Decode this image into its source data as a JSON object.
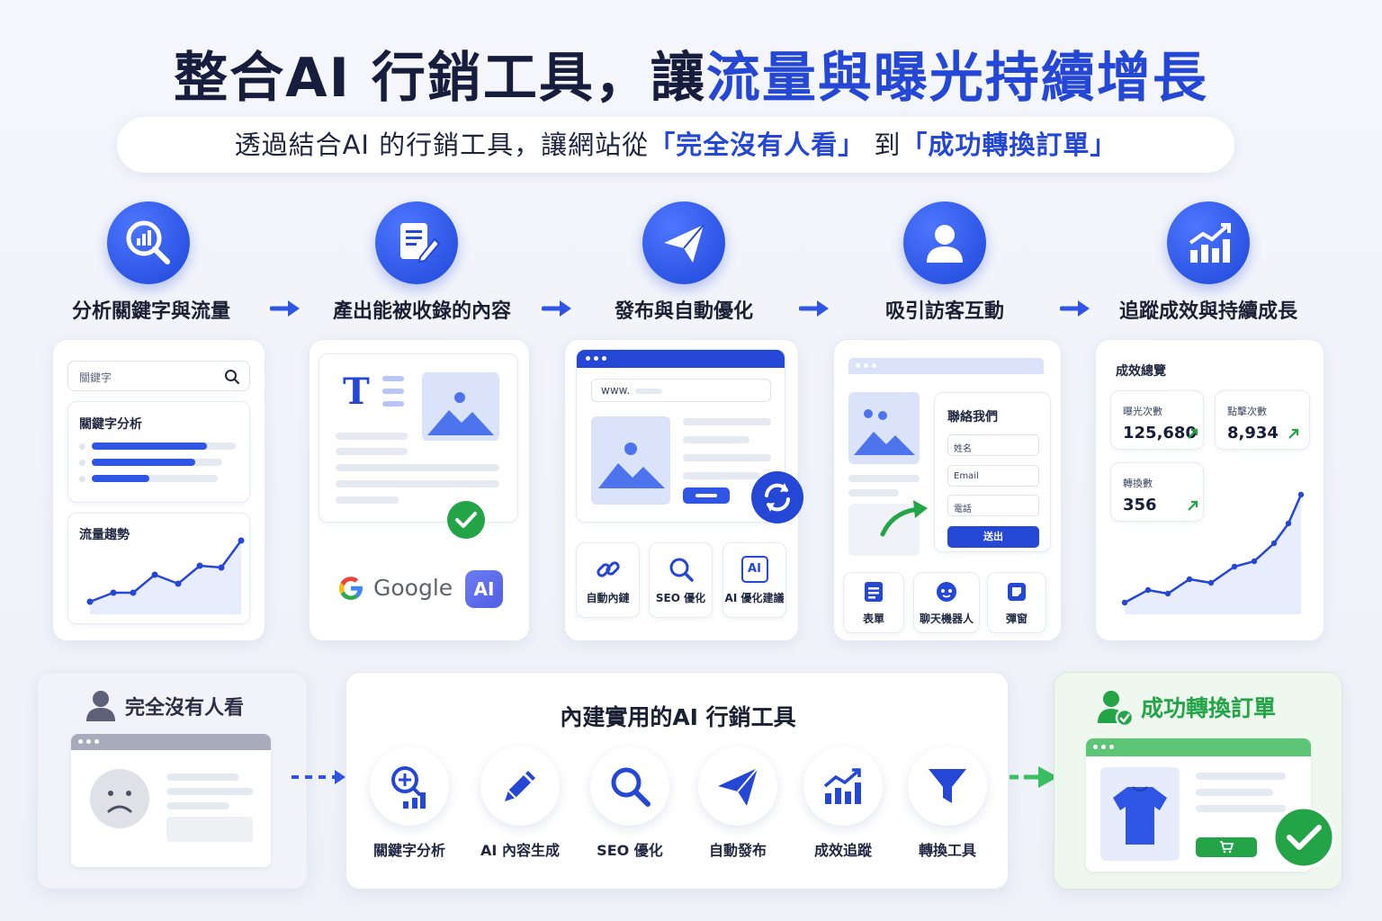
{
  "header": {
    "title_main": "整合AI 行銷工具，讓",
    "title_highlight": "流量與曝光持續增長",
    "subtitle_pre": "透過結合AI 的行銷工具，讓網站從",
    "subtitle_hl1": "「完全沒有人看」",
    "subtitle_mid": " 到",
    "subtitle_hl2": "「成功轉換訂單」"
  },
  "steps": [
    {
      "label": "分析關鍵字與流量",
      "icon": "search-chart-icon"
    },
    {
      "label": "產出能被收錄的內容",
      "icon": "document-edit-icon"
    },
    {
      "label": "發布與自動優化",
      "icon": "paper-plane-icon"
    },
    {
      "label": "吸引訪客互動",
      "icon": "user-icon"
    },
    {
      "label": "追蹤成效與持續成長",
      "icon": "growth-chart-icon"
    }
  ],
  "panel1": {
    "search_placeholder": "關鍵字",
    "keyword_title": "關鍵字分析",
    "keyword_bars": [
      0.8,
      0.72,
      0.4
    ],
    "trend_title": "流量趨勢"
  },
  "panel2": {
    "google_label": "Google",
    "ai_badge": "AI"
  },
  "panel3": {
    "url_text": "www.",
    "tools": [
      {
        "label": "自動內鏈",
        "icon": "link-icon"
      },
      {
        "label": "SEO 優化",
        "icon": "search-icon"
      },
      {
        "label": "AI 優化建議",
        "icon": "ai-chip-icon"
      }
    ],
    "ai_chip": "AI"
  },
  "panel4": {
    "form_title": "聯絡我們",
    "field_name": "姓名",
    "field_email": "Email",
    "field_phone": "電話",
    "submit_label": "送出",
    "tools": [
      {
        "label": "表單",
        "icon": "form-icon"
      },
      {
        "label": "聊天機器人",
        "icon": "chatbot-icon"
      },
      {
        "label": "彈窗",
        "icon": "popup-icon"
      }
    ]
  },
  "panel5": {
    "title": "成效總覽",
    "metrics": [
      {
        "label": "曝光次數",
        "value": "125,680"
      },
      {
        "label": "點擊次數",
        "value": "8,934"
      },
      {
        "label": "轉換數",
        "value": "356"
      }
    ]
  },
  "bottom_left": {
    "title": "完全沒有人看"
  },
  "bottom_mid": {
    "title": "內建實用的AI 行銷工具",
    "tools": [
      {
        "label": "關鍵字分析",
        "icon": "keyword-analysis-icon"
      },
      {
        "label": "AI 內容生成",
        "icon": "pencil-icon"
      },
      {
        "label": "SEO 優化",
        "icon": "search-icon"
      },
      {
        "label": "自動發布",
        "icon": "paper-plane-icon"
      },
      {
        "label": "成效追蹤",
        "icon": "growth-chart-icon"
      },
      {
        "label": "轉換工具",
        "icon": "funnel-icon"
      }
    ]
  },
  "bottom_right": {
    "title": "成功轉換訂單"
  },
  "colors": {
    "primary": "#2447d6",
    "success": "#22a447",
    "text": "#161d3d"
  }
}
